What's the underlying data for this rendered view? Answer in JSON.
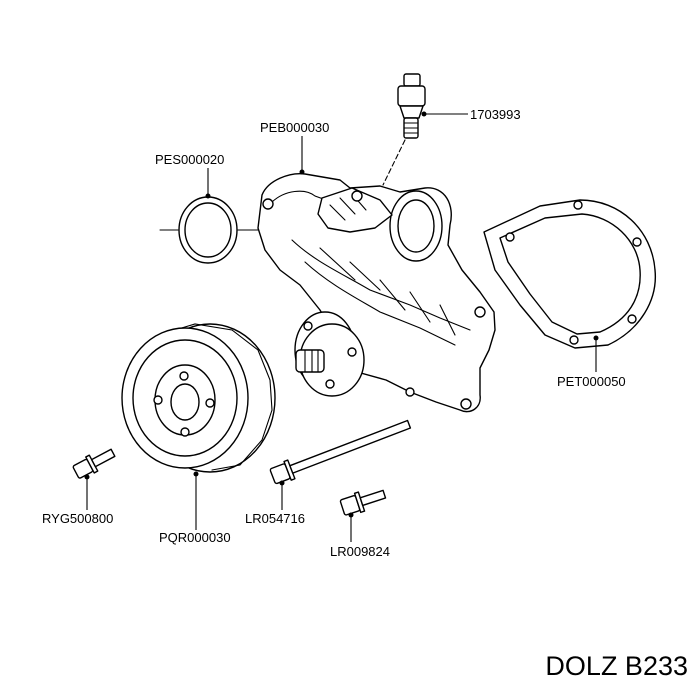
{
  "parts": {
    "sensor": "1703993",
    "housing": "PEB000030",
    "oring": "PES000020",
    "gasket": "PET000050",
    "pulley": "PQR000030",
    "bolt_left": "RYG500800",
    "long_bolt": "LR054716",
    "small_bolt": "LR009824"
  },
  "brand": "DOLZ B233"
}
